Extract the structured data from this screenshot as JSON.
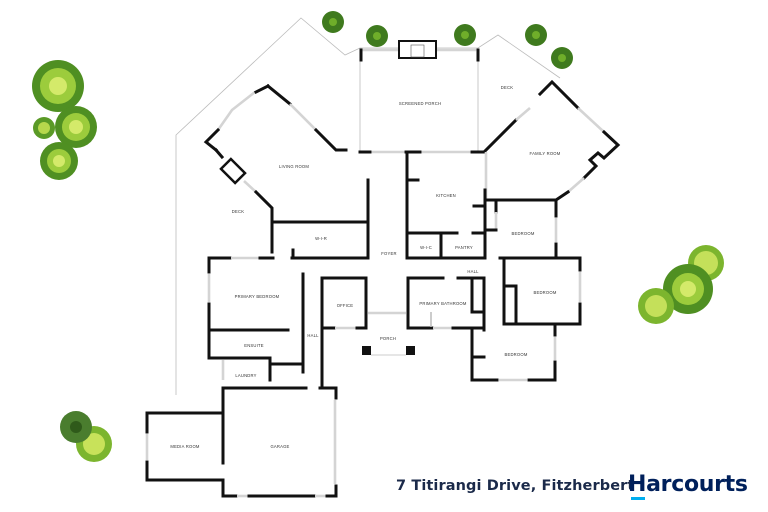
{
  "listing": {
    "address": "7 Titirangi Drive, Fitzherbert",
    "brand": "Harcourts",
    "brand_color": "#00205b",
    "brand_accent": "#00aeef"
  },
  "rooms": {
    "screened_porch": "SCREENED PORCH",
    "deck_right": "DECK",
    "living_room": "LIVING ROOM",
    "family_room": "FAMILY ROOM",
    "deck_left": "DECK",
    "kitchen": "KITCHEN",
    "wic": "W-I-C",
    "pantry": "PANTRY",
    "bedroom_1": "BEDROOM",
    "wir": "W-I-R",
    "foyer": "FOYER",
    "hall_1": "HALL",
    "primary_bedroom": "PRIMARY BEDROOM",
    "office": "OFFICE",
    "primary_bathroom": "PRIMARY BATHROOM",
    "bedroom_2": "BEDROOM",
    "hall_2": "HALL",
    "porch": "PORCH",
    "ensuite": "ENSUITE",
    "laundry": "LAUNDRY",
    "bedroom_3": "BEDROOM",
    "media_room": "MEDIA ROOM",
    "garage": "GARAGE"
  },
  "landscape": {
    "colors": {
      "tree_dark": "#3f7a1e",
      "tree_mid": "#6fae2a",
      "tree_light": "#c8e25a",
      "palm": "#5a8a3a"
    }
  }
}
